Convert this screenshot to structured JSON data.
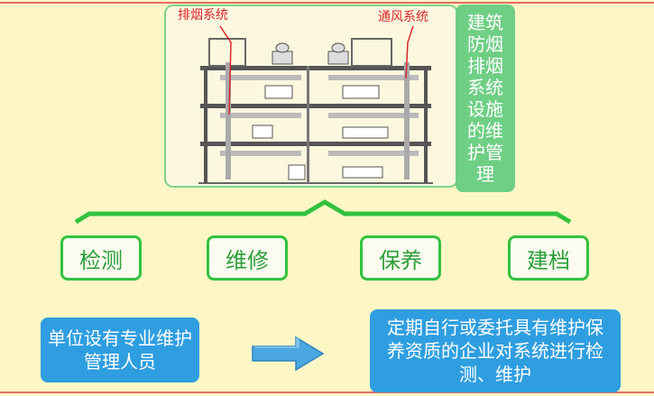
{
  "title": "建筑防烟排烟系统设施的维护管理",
  "diagram": {
    "smoke_exhaust_label": "排烟系统",
    "ventilation_label": "通风系统"
  },
  "nodes": [
    {
      "label": "检测"
    },
    {
      "label": "维修"
    },
    {
      "label": "保养"
    },
    {
      "label": "建档"
    }
  ],
  "bottom": {
    "left_text": "单位设有专业维护管理人员",
    "right_text": "定期自行或委托具有维护保养资质的企业对系统进行检测、维护"
  },
  "colors": {
    "background": "#fdf7c6",
    "accent_green": "#33c23f",
    "title_green": "#6fcf84",
    "blue": "#2f9ee0",
    "label_red": "#d8262a",
    "arrow_blue": "#4aa6e0"
  }
}
